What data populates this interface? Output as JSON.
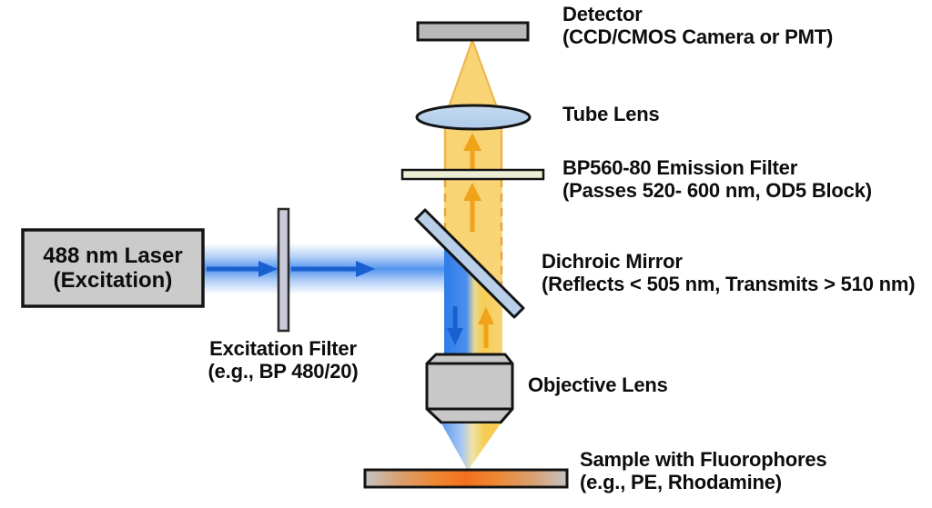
{
  "figure": {
    "type": "optical-diagram",
    "components": {
      "laser": {
        "label_line1": "488 nm Laser",
        "label_line2": "(Excitation)"
      },
      "excitation_filter": {
        "label_line1": "Excitation Filter",
        "label_line2": "(e.g., BP 480/20)"
      },
      "dichroic_mirror": {
        "label_line1": "Dichroic Mirror",
        "label_line2": "(Reflects < 505 nm, Transmits > 510 nm)"
      },
      "emission_filter": {
        "label_line1": "BP560-80 Emission Filter",
        "label_line2": "(Passes 520- 600 nm, OD5 Block)"
      },
      "tube_lens": {
        "label_line1": "Tube Lens"
      },
      "detector": {
        "label_line1": "Detector",
        "label_line2": "(CCD/CMOS Camera or PMT)"
      },
      "objective_lens": {
        "label_line1": "Objective Lens"
      },
      "sample": {
        "label_line1": "Sample with Fluorophores",
        "label_line2": "(e.g., PE, Rhodamine)"
      }
    },
    "colors": {
      "outline": "#141414",
      "excitation_beam": "#4a8fee",
      "excitation_arrow": "#1a5fd0",
      "emission_beam": "#f8d474",
      "emission_edge": "#eeb44a",
      "emission_arrow": "#f0a219",
      "dichroic_fill": "#b9cfe9",
      "lens_fill": "#aecbea",
      "metal_fill": "#c8c8c8",
      "sample_hot": "#f2701d",
      "emission_filter_fill": "#edeed6",
      "excitation_filter_fill": "#c9c9d9"
    }
  }
}
